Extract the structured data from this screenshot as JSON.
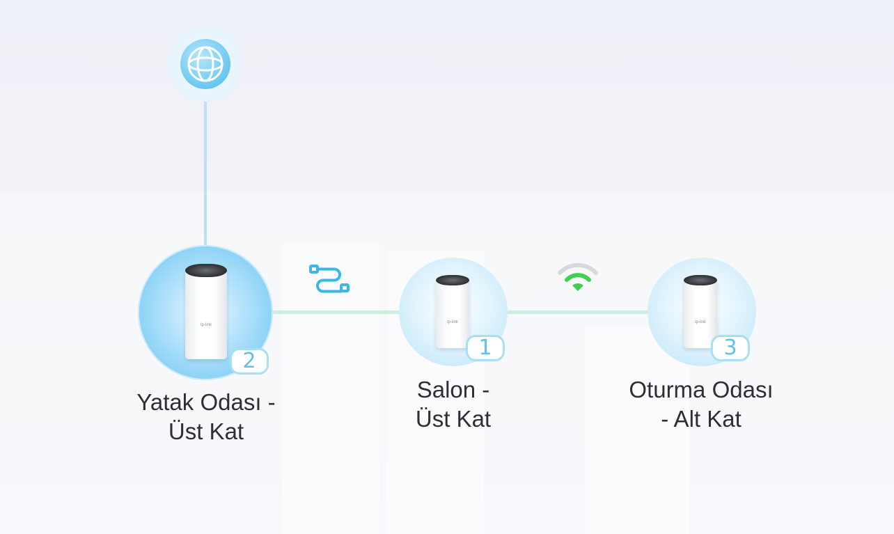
{
  "topology": {
    "internet": {
      "icon": "globe-icon"
    },
    "connections": [
      {
        "icon": "ethernet-cable-icon",
        "color": "#39b7e6"
      },
      {
        "icon": "wifi-signal-icon",
        "color": "#3fcf52"
      }
    ],
    "nodes": [
      {
        "badge": "2",
        "label_line1": "Yatak Odası -",
        "label_line2": "Üst Kat"
      },
      {
        "badge": "1",
        "label_line1": "Salon -",
        "label_line2": "Üst Kat"
      },
      {
        "badge": "3",
        "label_line1": "Oturma Odası",
        "label_line2": "- Alt Kat"
      }
    ]
  }
}
